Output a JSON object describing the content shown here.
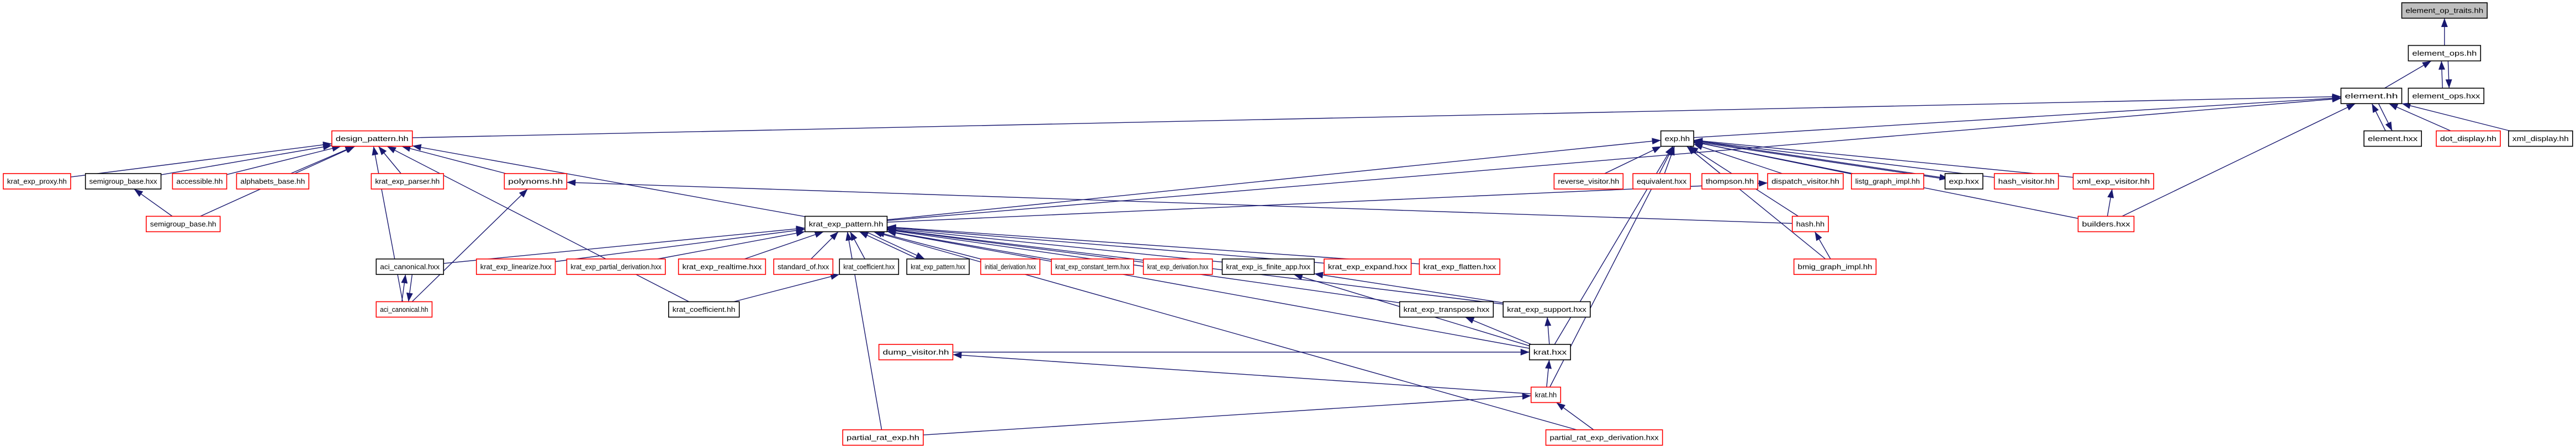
{
  "graph": {
    "title": "element_op_traits.hh include dependency graph",
    "colors": {
      "edge": "#191970",
      "root_fill": "#bfbfbf",
      "documented_border": "#000000",
      "truncated_border": "#ff0000"
    },
    "nodes": [
      {
        "id": "element_op_traits.hh",
        "label": "element_op_traits.hh",
        "kind": "root"
      },
      {
        "id": "element_ops.hh",
        "label": "element_ops.hh",
        "kind": "normal"
      },
      {
        "id": "element.hh",
        "label": "element.hh",
        "kind": "normal"
      },
      {
        "id": "element_ops.hxx",
        "label": "element_ops.hxx",
        "kind": "normal"
      },
      {
        "id": "design_pattern.hh",
        "label": "design_pattern.hh",
        "kind": "truncated"
      },
      {
        "id": "exp.hh",
        "label": "exp.hh",
        "kind": "normal"
      },
      {
        "id": "element.hxx",
        "label": "element.hxx",
        "kind": "normal"
      },
      {
        "id": "dot_display.hh",
        "label": "dot_display.hh",
        "kind": "truncated"
      },
      {
        "id": "xml_display.hh",
        "label": "xml_display.hh",
        "kind": "normal"
      },
      {
        "id": "krat_exp_proxy.hh",
        "label": "krat_exp_proxy.hh",
        "kind": "truncated"
      },
      {
        "id": "semigroup_base.hxx",
        "label": "semigroup_base.hxx",
        "kind": "normal"
      },
      {
        "id": "accessible.hh",
        "label": "accessible.hh",
        "kind": "truncated"
      },
      {
        "id": "alphabets_base.hh",
        "label": "alphabets_base.hh",
        "kind": "truncated"
      },
      {
        "id": "krat_exp_parser.hh",
        "label": "krat_exp_parser.hh",
        "kind": "truncated"
      },
      {
        "id": "polynoms.hh",
        "label": "polynoms.hh",
        "kind": "truncated"
      },
      {
        "id": "reverse_visitor.hh",
        "label": "reverse_visitor.hh",
        "kind": "truncated"
      },
      {
        "id": "equivalent.hxx",
        "label": "equivalent.hxx",
        "kind": "truncated"
      },
      {
        "id": "thompson.hh",
        "label": "thompson.hh",
        "kind": "truncated"
      },
      {
        "id": "dispatch_visitor.hh",
        "label": "dispatch_visitor.hh",
        "kind": "truncated"
      },
      {
        "id": "listg_graph_impl.hh",
        "label": "listg_graph_impl.hh",
        "kind": "truncated"
      },
      {
        "id": "exp.hxx",
        "label": "exp.hxx",
        "kind": "normal"
      },
      {
        "id": "hash_visitor.hh",
        "label": "hash_visitor.hh",
        "kind": "truncated"
      },
      {
        "id": "xml_exp_visitor.hh",
        "label": "xml_exp_visitor.hh",
        "kind": "truncated"
      },
      {
        "id": "semigroup_base.hh",
        "label": "semigroup_base.hh",
        "kind": "truncated"
      },
      {
        "id": "krat_exp_pattern.hh",
        "label": "krat_exp_pattern.hh",
        "kind": "normal"
      },
      {
        "id": "hash.hh",
        "label": "hash.hh",
        "kind": "truncated"
      },
      {
        "id": "builders.hxx",
        "label": "builders.hxx",
        "kind": "truncated"
      },
      {
        "id": "aci_canonical.hxx",
        "label": "aci_canonical.hxx",
        "kind": "normal"
      },
      {
        "id": "krat_exp_linearize.hxx",
        "label": "krat_exp_linearize.hxx",
        "kind": "truncated"
      },
      {
        "id": "krat_exp_partial_derivation.hxx",
        "label": "krat_exp_partial_derivation.hxx",
        "kind": "truncated"
      },
      {
        "id": "krat_exp_realtime.hxx",
        "label": "krat_exp_realtime.hxx",
        "kind": "truncated"
      },
      {
        "id": "standard_of.hxx",
        "label": "standard_of.hxx",
        "kind": "truncated"
      },
      {
        "id": "krat_coefficient.hxx",
        "label": "krat_coefficient.hxx",
        "kind": "normal"
      },
      {
        "id": "krat_exp_pattern.hxx",
        "label": "krat_exp_pattern.hxx",
        "kind": "normal"
      },
      {
        "id": "initial_derivation.hxx",
        "label": "initial_derivation.hxx",
        "kind": "truncated"
      },
      {
        "id": "krat_exp_constant_term.hxx",
        "label": "krat_exp_constant_term.hxx",
        "kind": "truncated"
      },
      {
        "id": "krat_exp_derivation.hxx",
        "label": "krat_exp_derivation.hxx",
        "kind": "truncated"
      },
      {
        "id": "krat_exp_is_finite_app.hxx",
        "label": "krat_exp_is_finite_app.hxx",
        "kind": "normal"
      },
      {
        "id": "krat_exp_expand.hxx",
        "label": "krat_exp_expand.hxx",
        "kind": "truncated"
      },
      {
        "id": "krat_exp_flatten.hxx",
        "label": "krat_exp_flatten.hxx",
        "kind": "truncated"
      },
      {
        "id": "bmig_graph_impl.hh",
        "label": "bmig_graph_impl.hh",
        "kind": "truncated"
      },
      {
        "id": "aci_canonical.hh",
        "label": "aci_canonical.hh",
        "kind": "truncated"
      },
      {
        "id": "krat_coefficient.hh",
        "label": "krat_coefficient.hh",
        "kind": "normal"
      },
      {
        "id": "krat_exp_transpose.hxx",
        "label": "krat_exp_transpose.hxx",
        "kind": "normal"
      },
      {
        "id": "krat_exp_support.hxx",
        "label": "krat_exp_support.hxx",
        "kind": "normal"
      },
      {
        "id": "dump_visitor.hh",
        "label": "dump_visitor.hh",
        "kind": "truncated"
      },
      {
        "id": "krat.hxx",
        "label": "krat.hxx",
        "kind": "normal"
      },
      {
        "id": "krat.hh",
        "label": "krat.hh",
        "kind": "truncated"
      },
      {
        "id": "partial_rat_exp.hh",
        "label": "partial_rat_exp.hh",
        "kind": "truncated"
      },
      {
        "id": "partial_rat_exp_derivation.hxx",
        "label": "partial_rat_exp_derivation.hxx",
        "kind": "truncated"
      }
    ],
    "edges": [
      [
        "element_ops.hh",
        "element_op_traits.hh"
      ],
      [
        "element.hh",
        "element_ops.hh"
      ],
      [
        "element_ops.hxx",
        "element_ops.hh"
      ],
      [
        "element_ops.hh",
        "element_ops.hxx"
      ],
      [
        "element.hxx",
        "element.hh"
      ],
      [
        "element.hh",
        "element.hxx"
      ],
      [
        "dot_display.hh",
        "element.hh"
      ],
      [
        "xml_display.hh",
        "element.hh"
      ],
      [
        "builders.hxx",
        "element.hh"
      ],
      [
        "design_pattern.hh",
        "element.hh"
      ],
      [
        "exp.hh",
        "element.hh"
      ],
      [
        "krat_exp_pattern.hh",
        "element.hh"
      ],
      [
        "reverse_visitor.hh",
        "exp.hh"
      ],
      [
        "equivalent.hxx",
        "exp.hh"
      ],
      [
        "thompson.hh",
        "exp.hh"
      ],
      [
        "dispatch_visitor.hh",
        "exp.hh"
      ],
      [
        "listg_graph_impl.hh",
        "exp.hh"
      ],
      [
        "exp.hxx",
        "exp.hh"
      ],
      [
        "exp.hh",
        "exp.hxx"
      ],
      [
        "hash_visitor.hh",
        "exp.hh"
      ],
      [
        "xml_exp_visitor.hh",
        "exp.hh"
      ],
      [
        "hash.hh",
        "exp.hh"
      ],
      [
        "bmig_graph_impl.hh",
        "exp.hh"
      ],
      [
        "krat.hxx",
        "exp.hh"
      ],
      [
        "krat.hh",
        "exp.hh"
      ],
      [
        "builders.hxx",
        "exp.hh"
      ],
      [
        "krat_exp_pattern.hh",
        "exp.hh"
      ],
      [
        "krat_exp_proxy.hh",
        "design_pattern.hh"
      ],
      [
        "semigroup_base.hxx",
        "design_pattern.hh"
      ],
      [
        "accessible.hh",
        "design_pattern.hh"
      ],
      [
        "alphabets_base.hh",
        "design_pattern.hh"
      ],
      [
        "semigroup_base.hh",
        "design_pattern.hh"
      ],
      [
        "krat_exp_parser.hh",
        "design_pattern.hh"
      ],
      [
        "polynoms.hh",
        "design_pattern.hh"
      ],
      [
        "aci_canonical.hh",
        "design_pattern.hh"
      ],
      [
        "krat_coefficient.hh",
        "design_pattern.hh"
      ],
      [
        "krat_exp_pattern.hh",
        "design_pattern.hh"
      ],
      [
        "semigroup_base.hh",
        "semigroup_base.hxx"
      ],
      [
        "hash.hh",
        "polynoms.hh"
      ],
      [
        "aci_canonical.hh",
        "polynoms.hh"
      ],
      [
        "krat_exp_pattern.hh",
        "dispatch_visitor.hh"
      ],
      [
        "bmig_graph_impl.hh",
        "hash.hh"
      ],
      [
        "builders.hxx",
        "xml_exp_visitor.hh"
      ],
      [
        "aci_canonical.hxx",
        "krat_exp_pattern.hh"
      ],
      [
        "krat_exp_linearize.hxx",
        "krat_exp_pattern.hh"
      ],
      [
        "krat_exp_partial_derivation.hxx",
        "krat_exp_pattern.hh"
      ],
      [
        "krat_exp_realtime.hxx",
        "krat_exp_pattern.hh"
      ],
      [
        "standard_of.hxx",
        "krat_exp_pattern.hh"
      ],
      [
        "krat_coefficient.hxx",
        "krat_exp_pattern.hh"
      ],
      [
        "krat_exp_pattern.hxx",
        "krat_exp_pattern.hh"
      ],
      [
        "krat_exp_pattern.hh",
        "krat_exp_pattern.hxx"
      ],
      [
        "initial_derivation.hxx",
        "krat_exp_pattern.hh"
      ],
      [
        "krat_exp_constant_term.hxx",
        "krat_exp_pattern.hh"
      ],
      [
        "krat_exp_derivation.hxx",
        "krat_exp_pattern.hh"
      ],
      [
        "krat_exp_is_finite_app.hxx",
        "krat_exp_pattern.hh"
      ],
      [
        "krat_exp_expand.hxx",
        "krat_exp_pattern.hh"
      ],
      [
        "krat_exp_flatten.hxx",
        "krat_exp_pattern.hh"
      ],
      [
        "krat_exp_transpose.hxx",
        "krat_exp_pattern.hh"
      ],
      [
        "krat_exp_support.hxx",
        "krat_exp_pattern.hh"
      ],
      [
        "krat.hxx",
        "krat_exp_pattern.hh"
      ],
      [
        "partial_rat_exp_derivation.hxx",
        "krat_exp_pattern.hh"
      ],
      [
        "partial_rat_exp.hh",
        "krat_exp_pattern.hh"
      ],
      [
        "aci_canonical.hh",
        "aci_canonical.hxx"
      ],
      [
        "aci_canonical.hxx",
        "aci_canonical.hh"
      ],
      [
        "krat_coefficient.hh",
        "krat_coefficient.hxx"
      ],
      [
        "krat_exp_support.hxx",
        "krat_exp_is_finite_app.hxx"
      ],
      [
        "krat.hxx",
        "krat_exp_is_finite_app.hxx"
      ],
      [
        "krat.hxx",
        "krat_exp_support.hxx"
      ],
      [
        "krat.hxx",
        "krat_exp_transpose.hxx"
      ],
      [
        "dump_visitor.hh",
        "krat.hxx"
      ],
      [
        "krat.hh",
        "krat.hxx"
      ],
      [
        "krat.hh",
        "dump_visitor.hh"
      ],
      [
        "partial_rat_exp.hh",
        "krat.hh"
      ],
      [
        "partial_rat_exp_derivation.hxx",
        "krat.hh"
      ]
    ]
  }
}
